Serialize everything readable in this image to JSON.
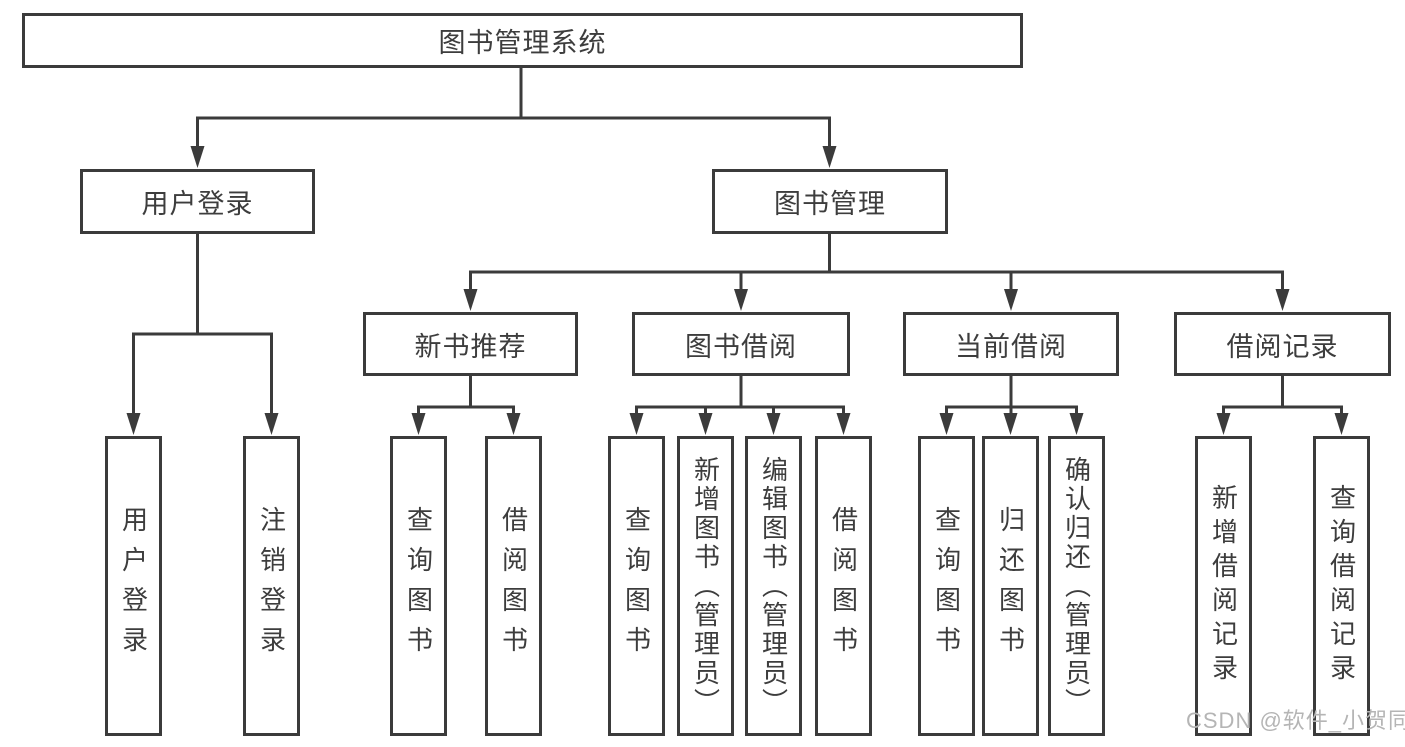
{
  "colors": {
    "line": "#3b3b3b",
    "text": "#3d3d3d",
    "background": "#ffffff",
    "watermark": "#b5b5b5"
  },
  "watermark": {
    "text": "CSDN @软件_小贺同学"
  },
  "diagram": {
    "root": {
      "label": "图书管理系统"
    },
    "branches": [
      {
        "label": "用户登录",
        "children": [
          {
            "label": "用户登录"
          },
          {
            "label": "注销登录"
          }
        ]
      },
      {
        "label": "图书管理",
        "sections": [
          {
            "label": "新书推荐",
            "children": [
              {
                "label": "查询图书"
              },
              {
                "label": "借阅图书"
              }
            ]
          },
          {
            "label": "图书借阅",
            "children": [
              {
                "label": "查询图书"
              },
              {
                "label": "新增图书（管理员）"
              },
              {
                "label": "编辑图书（管理员）"
              },
              {
                "label": "借阅图书"
              }
            ]
          },
          {
            "label": "当前借阅",
            "children": [
              {
                "label": "查询图书"
              },
              {
                "label": "归还图书"
              },
              {
                "label": "确认归还（管理员）"
              }
            ]
          },
          {
            "label": "借阅记录",
            "children": [
              {
                "label": "新增借阅记录"
              },
              {
                "label": "查询借阅记录"
              }
            ]
          }
        ]
      }
    ]
  }
}
